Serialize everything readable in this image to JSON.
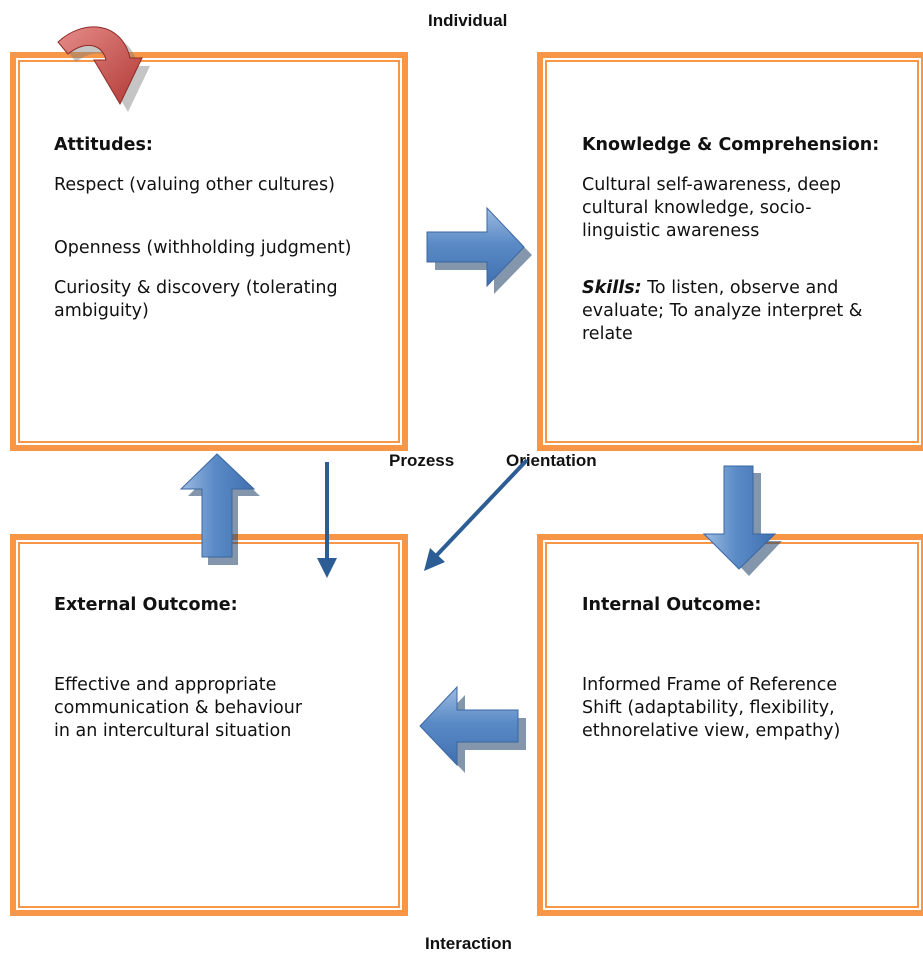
{
  "axis_labels": {
    "top": "Individual",
    "bottom": "Interaction",
    "middle_left": "Prozess",
    "middle_right": "Orientation"
  },
  "boxes": {
    "attitudes": {
      "heading": "Attitudes:",
      "items": [
        "Respect (valuing other cultures)",
        "Openness (withholding judgment)",
        "Curiosity & discovery (tolerating ambiguity)"
      ]
    },
    "knowledge": {
      "heading": "Knowledge & Comprehension:",
      "text": "Cultural self-awareness, deep cultural knowledge, socio- linguistic awareness",
      "skills_label": "Skills:",
      "skills_text": " To listen, observe and evaluate; To analyze interpret & relate"
    },
    "internal": {
      "heading": "Internal Outcome:",
      "text": "Informed Frame of Reference Shift (adaptability, flexibility, ethnorelative view, empathy)"
    },
    "external": {
      "heading": "External Outcome:",
      "text": "Effective and appropriate communication & behaviour in an intercultural situation"
    }
  },
  "colors": {
    "box_border": "#F79646",
    "arrow_fill": "#4F81BD",
    "arrow_dark": "#2C5D95",
    "curved_arrow": "#C0504D"
  }
}
